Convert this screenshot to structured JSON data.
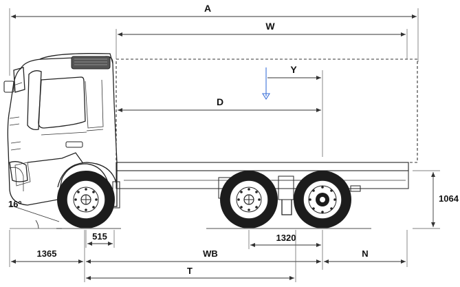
{
  "dimensions": {
    "overall_length": "A",
    "body_length": "W",
    "load_y": "Y",
    "body_d": "D",
    "frame_height": "1064",
    "approach_angle": "16º",
    "front_axle_offset": "515",
    "rear_axle_spacing": "1320",
    "front_overhang": "1365",
    "wheelbase": "WB",
    "rear_overhang": "N",
    "t_dim": "T"
  },
  "colors": {
    "line": "#222222",
    "load_arrow": "#3a6fd8",
    "background": "#ffffff"
  }
}
